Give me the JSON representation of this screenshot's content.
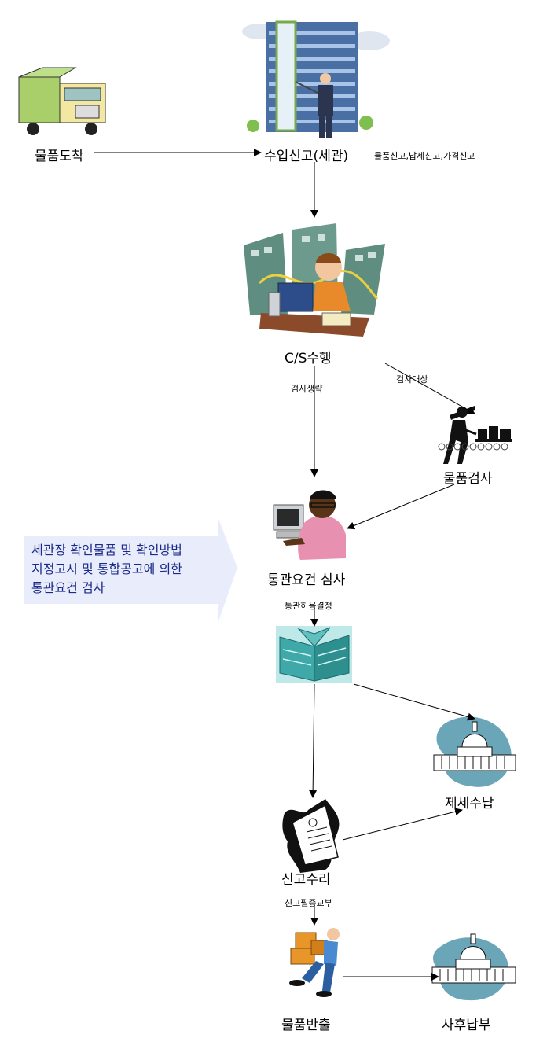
{
  "nodes": {
    "arrival": "물품도착",
    "declaration": "수입신고(세관)",
    "declaration_sub": "물품신고,납세신고,가격신고",
    "cs": "C/S수행",
    "inspection": "물품검사",
    "review": "통관요건 심사",
    "tax": "제세수납",
    "acceptance": "신고수리",
    "release": "물품반출",
    "postpay": "사후납부"
  },
  "edges": {
    "skip_inspection": "검사생략",
    "to_inspect": "검사대상",
    "clearance_decision": "통관허용결정",
    "certificate": "신고필증교부"
  },
  "note": {
    "lines": [
      "세관장 확인물품 및 확인방법",
      "지정고시 및 통합공고에 의한",
      "통관요건 검사"
    ]
  },
  "colors": {
    "note_fill": "#e8ecfb",
    "note_text": "#1a2a8a",
    "building_teal": "#3fa8a8",
    "dome_blob": "#6aa6b8"
  },
  "icons": [
    "truck-icon",
    "office-building-icon",
    "worker-desk-icon",
    "inspector-icon",
    "computer-user-icon",
    "bank-building-icon",
    "capitol-dome-icon",
    "certificate-icon",
    "mover-icon"
  ]
}
